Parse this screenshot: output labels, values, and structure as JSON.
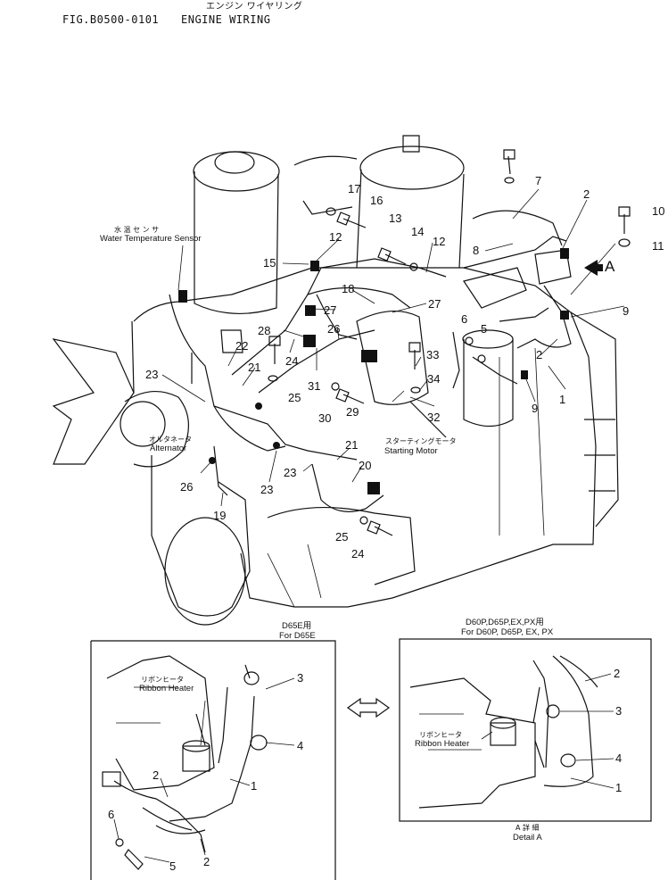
{
  "header": {
    "jp_title": "エンジン ワイヤリング",
    "fig_code": "FIG.B0500-0101",
    "fig_title": "ENGINE WIRING"
  },
  "captions": {
    "water_temp_jp": "水 温 セ ン サ",
    "water_temp_en": "Water Temperature Sensor",
    "alternator_jp": "オルタネータ",
    "alternator_en": "Alternator",
    "starting_jp": "スターティングモータ",
    "starting_en": "Starting Motor",
    "arrow_label": "A",
    "d65e_jp": "D65E用",
    "d65e_en": "For D65E",
    "others_jp": "D60P,D65P,EX,PX用",
    "others_en": "For D60P, D65P, EX, PX",
    "ribbon_jp": "リボンヒータ",
    "ribbon_en": "Ribbon Heater",
    "ribbon2_jp": "リボンヒータ",
    "ribbon2_en": "Ribbon Heater",
    "detail_jp": "A 詳 細",
    "detail_en": "Detail A"
  },
  "callouts": {
    "c1": "1",
    "c2a": "2",
    "c2b": "2",
    "c5": "5",
    "c6": "6",
    "c7": "7",
    "c8": "8",
    "c9a": "9",
    "c9b": "9",
    "c10": "10",
    "c11": "11",
    "c12a": "12",
    "c12b": "12",
    "c13": "13",
    "c14": "14",
    "c15": "15",
    "c16": "16",
    "c17": "17",
    "c18": "18",
    "c19": "19",
    "c20": "20",
    "c21a": "21",
    "c21b": "21",
    "c22": "22",
    "c23a": "23",
    "c23b": "23",
    "c23c": "23",
    "c24a": "24",
    "c24b": "24",
    "c25a": "25",
    "c25b": "25",
    "c26a": "26",
    "c26b": "26",
    "c27a": "27",
    "c27b": "27",
    "c28": "28",
    "c29": "29",
    "c30": "30",
    "c31": "31",
    "c32": "32",
    "c33": "33",
    "c34": "34",
    "l3": "3",
    "l4": "4",
    "l1": "1",
    "l2a": "2",
    "l2b": "2",
    "l6": "6",
    "l5": "5",
    "r2": "2",
    "r3": "3",
    "r4": "4",
    "r1": "1"
  }
}
